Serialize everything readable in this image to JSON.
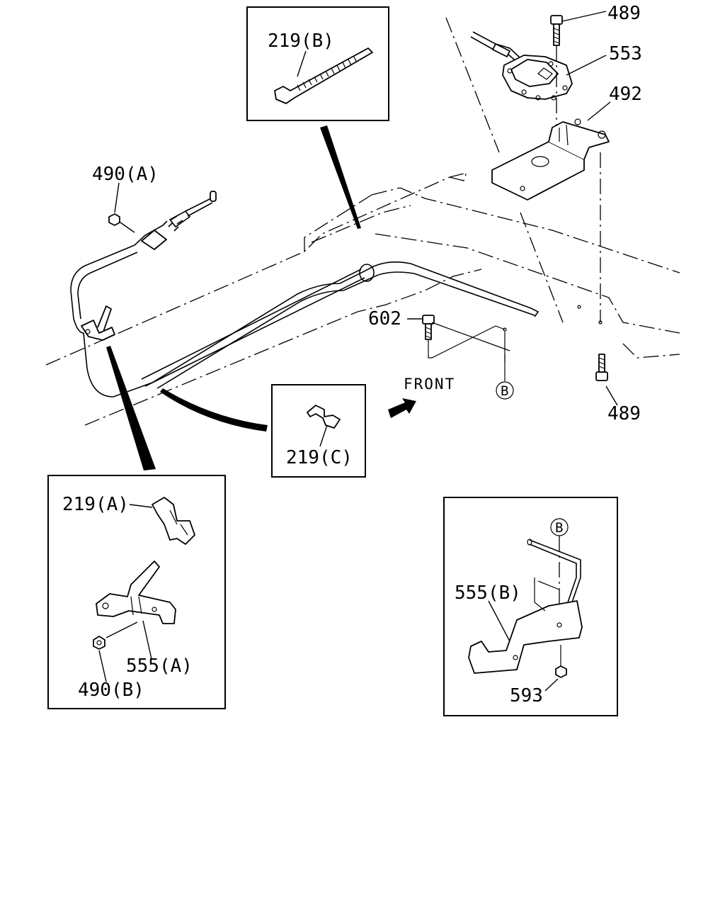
{
  "callouts": {
    "c489_top": "489",
    "c553": "553",
    "c492": "492",
    "c219b": "219(B)",
    "c490a": "490(A)",
    "c602": "602",
    "c489_bottom": "489",
    "c219c": "219(C)",
    "c219a": "219(A)",
    "c555a": "555(A)",
    "c490b": "490(B)",
    "c555b": "555(B)",
    "c593": "593"
  },
  "front_label": "FRONT",
  "reference_marks": {
    "b_main": "B",
    "b_detail": "B"
  }
}
